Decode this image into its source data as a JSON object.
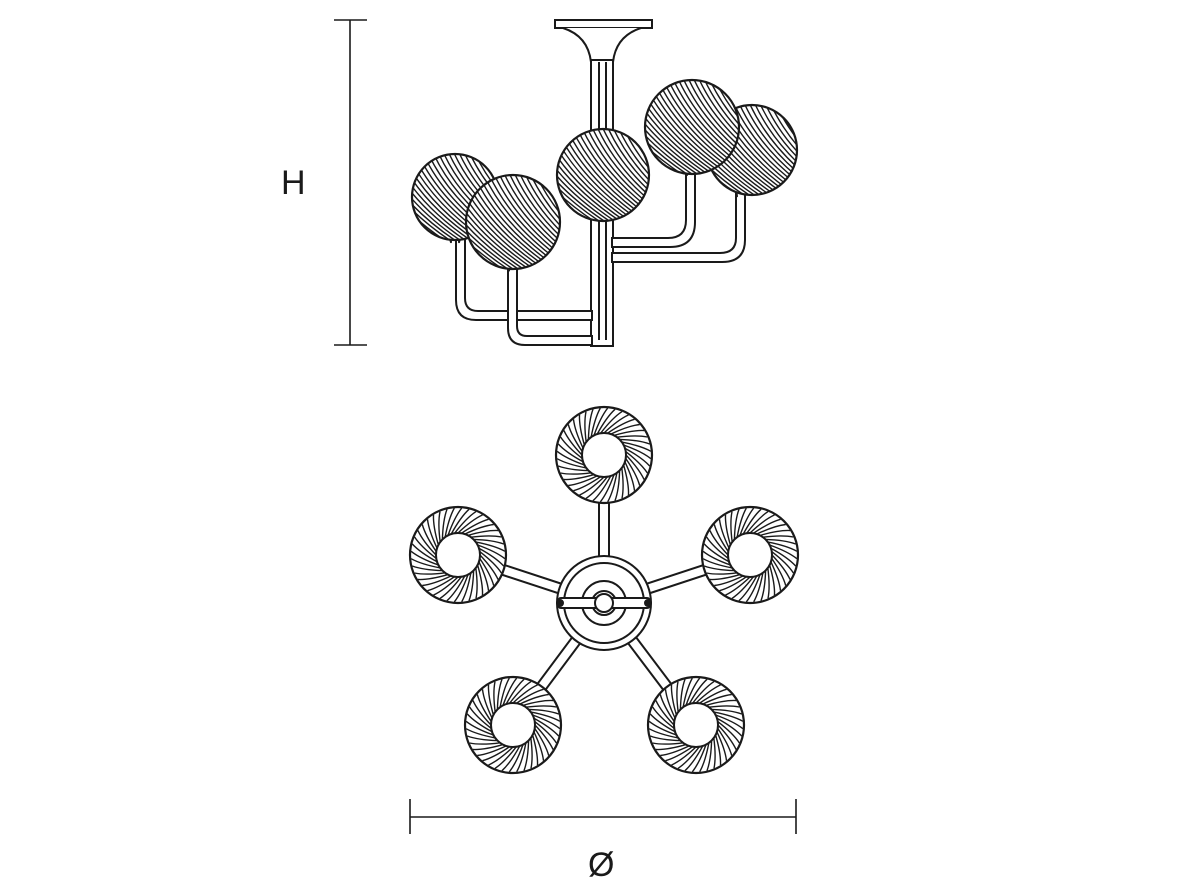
{
  "dimensions": {
    "height_label": "H",
    "diameter_label": "Ø"
  },
  "lamp": {
    "arm_count": 5,
    "globe_style": "twisted-rib glass globe"
  },
  "colors": {
    "line": "#1a1a1a",
    "background": "#ffffff"
  }
}
